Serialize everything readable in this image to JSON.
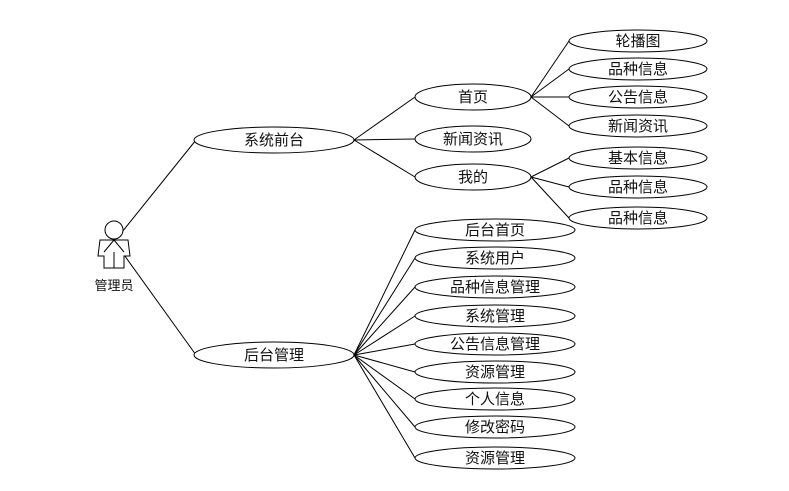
{
  "actor": {
    "label": "管理员",
    "icon": "person-icon"
  },
  "front": {
    "label": "系统前台",
    "children": [
      {
        "label": "首页",
        "children": [
          "轮播图",
          "品种信息",
          "公告信息",
          "新闻资讯"
        ]
      },
      {
        "label": "新闻资讯",
        "children": []
      },
      {
        "label": "我的",
        "children": [
          "基本信息",
          "品种信息",
          "品种信息"
        ]
      }
    ]
  },
  "back": {
    "label": "后台管理",
    "children": [
      "后台首页",
      "系统用户",
      "品种信息管理",
      "系统管理",
      "公告信息管理",
      "资源管理",
      "个人信息",
      "修改密码",
      "资源管理"
    ]
  }
}
